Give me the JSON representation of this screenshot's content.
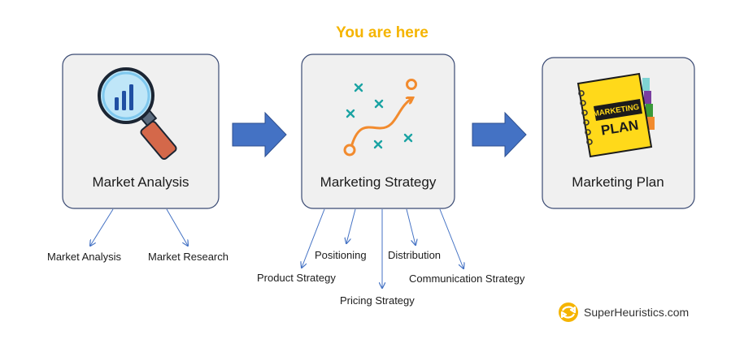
{
  "header": {
    "you_are_here": "You are here"
  },
  "boxes": [
    {
      "label": "Market Analysis",
      "icon": "magnifier-chart-icon"
    },
    {
      "label": "Marketing Strategy",
      "icon": "strategy-path-icon"
    },
    {
      "label": "Marketing Plan",
      "icon": "notebook-icon"
    }
  ],
  "branches": {
    "market_analysis": [
      "Market Analysis",
      "Market Research"
    ],
    "marketing_strategy": [
      "Product Strategy",
      "Positioning",
      "Pricing Strategy",
      "Distribution",
      "Communication Strategy"
    ]
  },
  "notebook": {
    "line1": "MARKETING",
    "line2": "PLAN"
  },
  "brand": {
    "name": "SuperHeuristics.com"
  },
  "colors": {
    "highlight": "#f5b400",
    "arrow": "#4472c4",
    "box_fill": "#f0f0f0",
    "box_border": "#3a4a73",
    "connector": "#4472c4",
    "orange": "#f28b2e",
    "teal": "#1aa3a3"
  }
}
